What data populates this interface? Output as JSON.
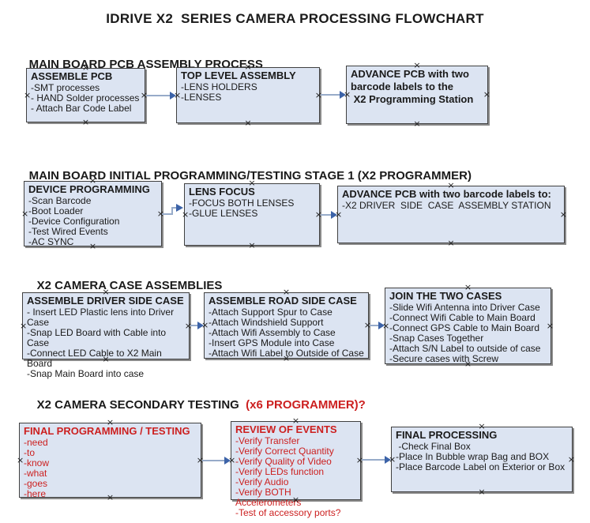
{
  "title": "IDRIVE X2  SERIES CAMERA PROCESSING FLOWCHART",
  "colors": {
    "background": "#ffffff",
    "text": "#1a1a1a",
    "box_fill": "#dce4f2",
    "box_border": "#404040",
    "box_shadow": "#8a8a8a",
    "arrow_line": "#97abc9",
    "arrow_head": "#3c63a8",
    "red_text": "#cc2020"
  },
  "sections": [
    {
      "heading": "MAIN BOARD PCB ASSEMBLY PROCESS",
      "heading_suffix": "",
      "boxes": [
        {
          "title": "ASSEMBLE PCB",
          "items": [
            "-SMT processes",
            "- HAND Solder processes",
            "- Attach Bar Code Label"
          ]
        },
        {
          "title": "TOP LEVEL ASSEMBLY",
          "items": [
            "-LENS HOLDERS",
            "-LENSES"
          ]
        },
        {
          "title": "ADVANCE PCB with two barcode labels to the\n X2 Programming Station",
          "items": []
        }
      ]
    },
    {
      "heading": "MAIN BOARD INITIAL PROGRAMMING/TESTING STAGE 1 (X2 PROGRAMMER)",
      "heading_suffix": "",
      "boxes": [
        {
          "title": "DEVICE PROGRAMMING",
          "items": [
            "-Scan Barcode",
            "-Boot Loader",
            "-Device Configuration",
            "-Test Wired Events",
            "-AC SYNC"
          ]
        },
        {
          "title": "LENS FOCUS",
          "items": [
            "-FOCUS BOTH LENSES",
            "-GLUE LENSES"
          ]
        },
        {
          "title": "ADVANCE PCB with two barcode labels to:",
          "items": [
            "-X2 DRIVER  SIDE  CASE  ASSEMBLY STATION"
          ]
        }
      ]
    },
    {
      "heading": "X2 CAMERA CASE ASSEMBLIES",
      "heading_suffix": "",
      "boxes": [
        {
          "title": "ASSEMBLE DRIVER SIDE CASE",
          "items": [
            "- Insert LED Plastic lens into Driver Case",
            "-Snap LED Board with Cable into Case",
            "-Connect LED Cable to X2 Main Board",
            "-Snap Main Board into case"
          ]
        },
        {
          "title": "ASSEMBLE ROAD SIDE CASE",
          "items": [
            "-Attach Support Spur to Case",
            "-Attach Windshield Support",
            "-Attach Wifi Assembly to Case",
            "-Insert GPS Module into Case",
            "-Attach Wifi Label to Outside of Case"
          ]
        },
        {
          "title": "JOIN THE TWO CASES",
          "items": [
            "-Slide Wifi Antenna into Driver Case",
            "-Connect Wifi Cable to Main Board",
            "-Connect GPS Cable to Main Board",
            "-Snap Cases Together",
            "-Attach S/N Label to outside of case",
            "-Secure cases with Screw"
          ]
        }
      ]
    },
    {
      "heading": "X2 CAMERA SECONDARY TESTING ",
      "heading_suffix": " (x6 PROGRAMMER)?",
      "boxes": [
        {
          "title": "FINAL PROGRAMMING / TESTING",
          "style": "red",
          "items": [
            "-need",
            "-to",
            "-know",
            "-what",
            "-goes",
            "-here"
          ]
        },
        {
          "title": "REVIEW OF EVENTS",
          "style": "red",
          "items": [
            "-Verify Transfer",
            "-Verify Correct Quantity",
            "-Verify Quality of Video",
            "-Verify LEDs function",
            "-Verify Audio",
            "-Verify BOTH Accelerometers",
            "-Test of accessory ports?"
          ]
        },
        {
          "title": "FINAL PROCESSING",
          "items": [
            " -Check Final Box",
            "-Place In Bubble wrap Bag and BOX",
            "-Place Barcode Label on Exterior or Box"
          ]
        }
      ]
    }
  ]
}
